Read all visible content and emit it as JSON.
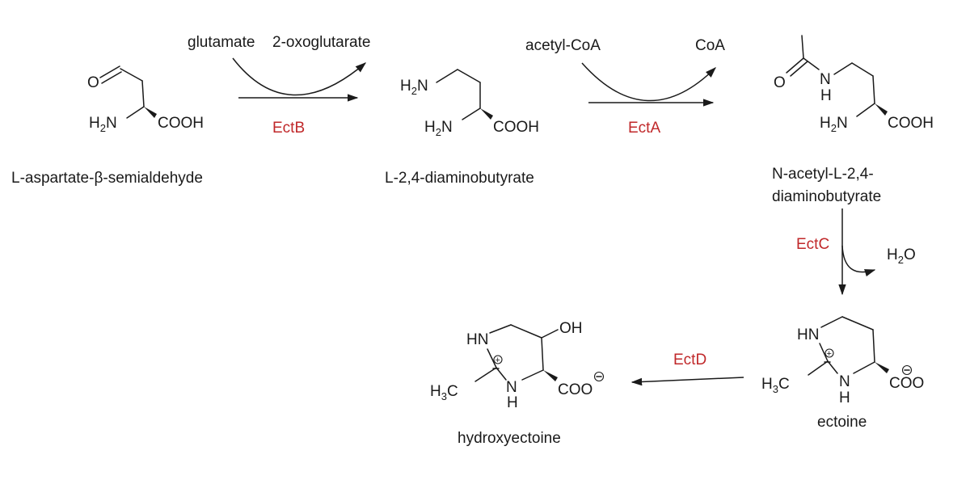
{
  "compounds": {
    "asa": {
      "name": "L-aspartate-β-semialdehyde",
      "atoms": {
        "o": "O",
        "h2": "H",
        "h2_sub": "2",
        "n": "N",
        "cooh": "COOH"
      }
    },
    "dab": {
      "name": "L-2,4-diaminobutyrate",
      "atoms": {
        "h_top": "H",
        "sub_top": "2",
        "n_top": "N",
        "h_bot": "H",
        "sub_bot": "2",
        "n_bot": "N",
        "cooh": "COOH"
      }
    },
    "nadab": {
      "name_line1": "N-acetyl-L-2,4-",
      "name_line2": "diaminobutyrate",
      "atoms": {
        "o": "O",
        "n": "N",
        "nh_h": "H",
        "h2": "H",
        "h2_sub": "2",
        "n2": "N",
        "cooh": "COOH"
      }
    },
    "ectoine": {
      "name": "ectoine",
      "atoms": {
        "hn": "HN",
        "h3": "H",
        "h3_sub": "3",
        "c": "C",
        "n": "N",
        "nh_h": "H",
        "coo": "COO"
      }
    },
    "hydroxyectoine": {
      "name": "hydroxyectoine",
      "atoms": {
        "hn": "HN",
        "oh": "OH",
        "h3": "H",
        "h3_sub": "3",
        "c": "C",
        "n": "N",
        "nh_h": "H",
        "coo": "COO"
      }
    }
  },
  "reactions": {
    "ectb": {
      "enzyme": "EctB",
      "cosubstrate": "glutamate",
      "coproduct": "2-oxoglutarate"
    },
    "ecta": {
      "enzyme": "EctA",
      "cosubstrate": "acetyl-CoA",
      "coproduct": "CoA"
    },
    "ectc": {
      "enzyme": "EctC",
      "coproduct_h": "H",
      "coproduct_sub": "2",
      "coproduct_o": "O"
    },
    "ectd": {
      "enzyme": "EctD"
    }
  },
  "colors": {
    "enzyme": "#c0282a",
    "ink": "#1a1a1a"
  }
}
